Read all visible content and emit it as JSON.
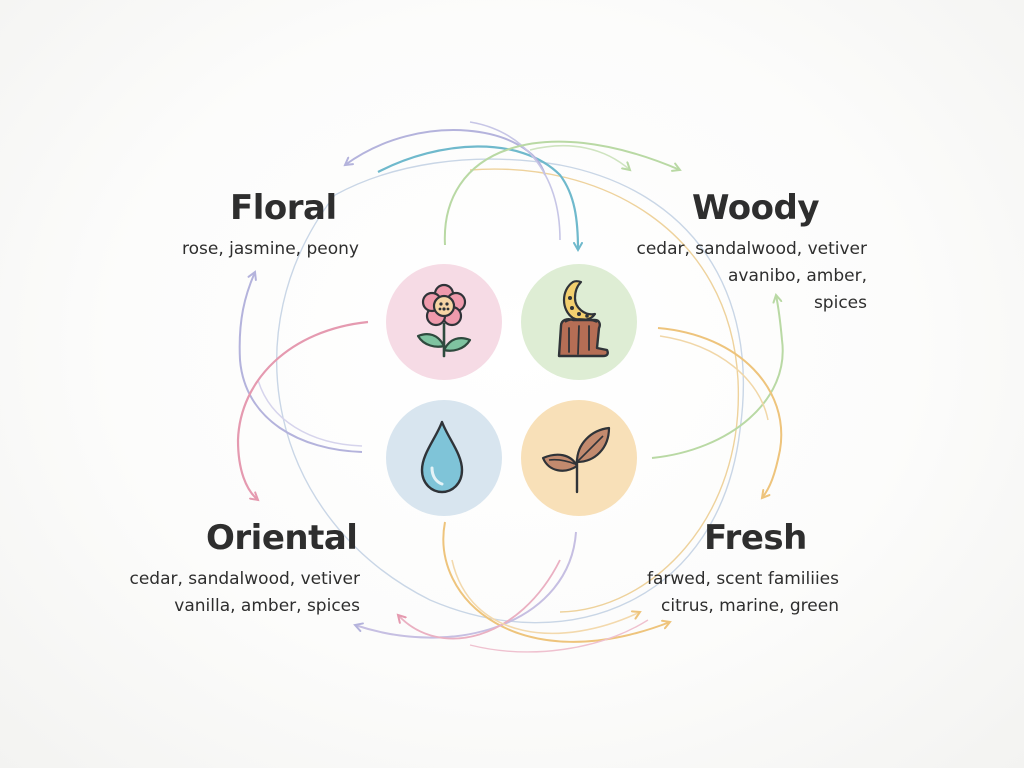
{
  "families": {
    "floral": {
      "title": "Floral",
      "lines": [
        "rose, jasmine, peony"
      ],
      "icon": "flower-icon",
      "circle_color": "#f6dbe5"
    },
    "woody": {
      "title": "Woody",
      "lines": [
        "cedar, sandalwood, vetiver",
        "avanibo, amber,",
        "spices"
      ],
      "icon": "tree-stump-moon-icon",
      "circle_color": "#deedd4"
    },
    "oriental": {
      "title": "Oriental",
      "lines": [
        "cedar, sandalwood, vetiver",
        "vanilla, amber, spices"
      ],
      "icon": "water-drop-icon",
      "circle_color": "#d8e5ef"
    },
    "fresh": {
      "title": "Fresh",
      "lines": [
        "farwed, scent familiies",
        "citrus, marine, green"
      ],
      "icon": "leaf-icon",
      "circle_color": "#f8e0b8"
    }
  },
  "colors": {
    "text": "#2e2e2e",
    "pink": "#e59ab0",
    "lavender": "#b4b3dc",
    "teal": "#6fb9cc",
    "green": "#b9d9a4",
    "orange": "#eec47c",
    "blue": "#9fbad6"
  }
}
